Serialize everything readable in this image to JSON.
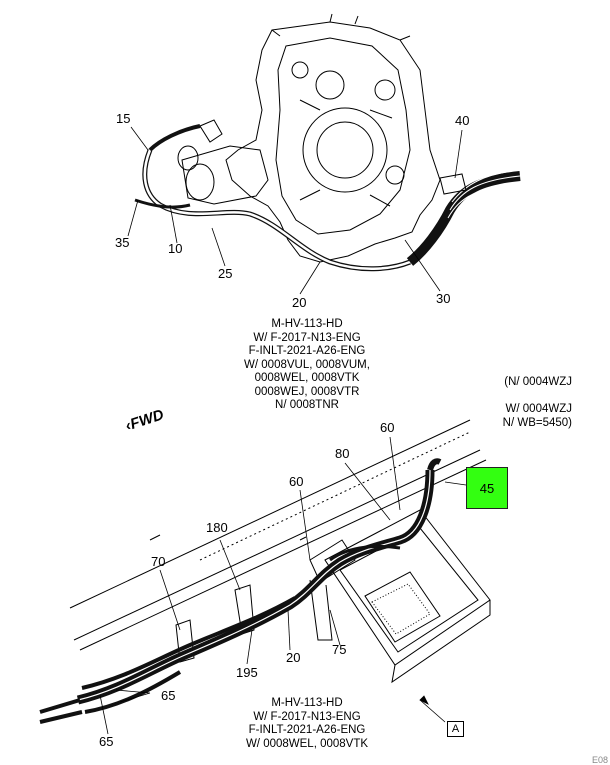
{
  "callouts": {
    "c15": "15",
    "c35": "35",
    "c10": "10",
    "c25": "25",
    "c20_top": "20",
    "c30": "30",
    "c40": "40",
    "c60_right": "60",
    "c80": "80",
    "c60_mid": "60",
    "c180": "180",
    "c70": "70",
    "c195": "195",
    "c20_bottom": "20",
    "c75": "75",
    "c65_right": "65",
    "c65_bottom": "65"
  },
  "notes": {
    "top": [
      "M-HV-113-HD",
      "W/ F-2017-N13-ENG",
      "F-INLT-2021-A26-ENG",
      "W/ 0008VUL, 0008VUM,",
      "0008WEL, 0008VTK",
      "0008WEJ, 0008VTR",
      "N/ 0008TNR"
    ],
    "right": [
      "(N/ 0004WZJ",
      "",
      "W/ 0004WZJ",
      "N/ WB=5450)"
    ],
    "bottom": [
      "M-HV-113-HD",
      "W/ F-2017-N13-ENG",
      "F-INLT-2021-A26-ENG",
      "W/ 0008WEL, 0008VTK"
    ]
  },
  "highlight": {
    "label": "45",
    "color": "#33ff11"
  },
  "fwd_label": "FWD",
  "view_label": "A",
  "corner_text": "E08"
}
